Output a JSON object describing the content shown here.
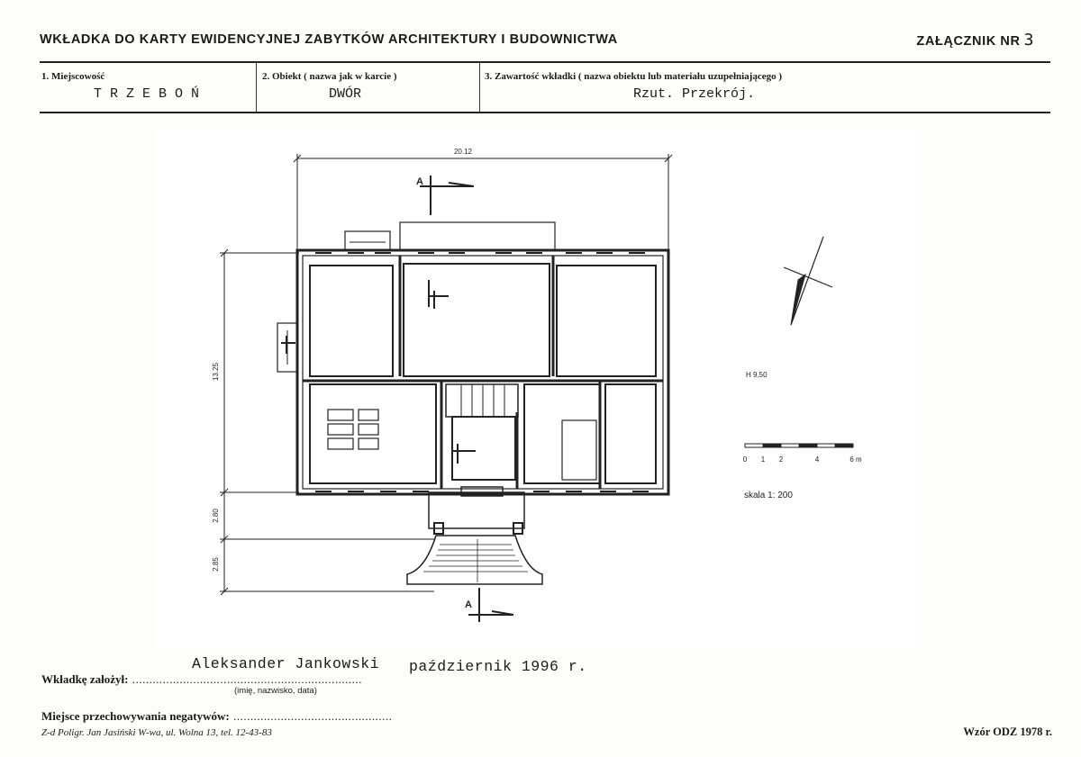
{
  "header": {
    "title": "WKŁADKA DO KARTY EWIDENCYJNEJ ZABYTKÓW ARCHITEKTURY I BUDOWNICTWA",
    "annex_label": "ZAŁĄCZNIK NR",
    "annex_number": "3"
  },
  "fields": {
    "locality_label": "1. Miejscowość",
    "locality_value": "TRZEBOŃ",
    "object_label": "2. Obiekt ( nazwa jak w karcie )",
    "object_value": "DWÓR",
    "content_label": "3. Zawartość wkładki ( nazwa obiektu lub materiału uzupełniającego )",
    "content_value": "Rzut. Przekrój."
  },
  "drawing": {
    "dim_width": "20.12",
    "dim_height": "13.25",
    "dim_porch": "2.80",
    "dim_stairs": "2.85",
    "section_mark": "A",
    "height_note": "H  9.50",
    "scale_ticks": [
      "0",
      "1",
      "2",
      "4",
      "6 m"
    ],
    "scale_text": "skala 1: 200"
  },
  "footer": {
    "author_typed": "Aleksander Jankowski",
    "date_typed": "październik 1996 r.",
    "founder_label": "Wkładkę założył:",
    "founder_dots": "....................................................................",
    "founder_hint": "(imię, nazwisko, data)",
    "negatives_label": "Miejsce przechowywania negatywów:",
    "negatives_dots": "...............................................",
    "printer": "Z-d Poligr. Jan Jasiński W-wa, ul. Wolna 13, tel. 12-43-83",
    "pattern": "Wzór ODZ 1978 r."
  }
}
